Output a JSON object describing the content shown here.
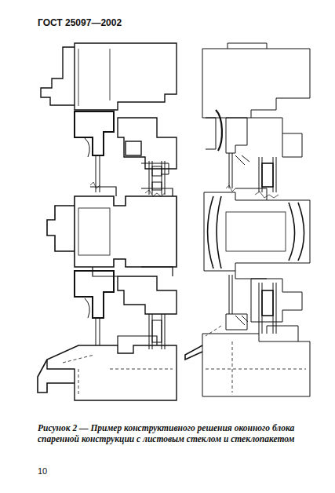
{
  "diagram": {
    "caption": "Рисунок 2 — Пример конструктивного решения оконного блока спаренной конструкции с листовым стеклом и стеклопакетом",
    "labels": [
      "ГОСТ 25097—2002",
      "10"
    ]
  }
}
